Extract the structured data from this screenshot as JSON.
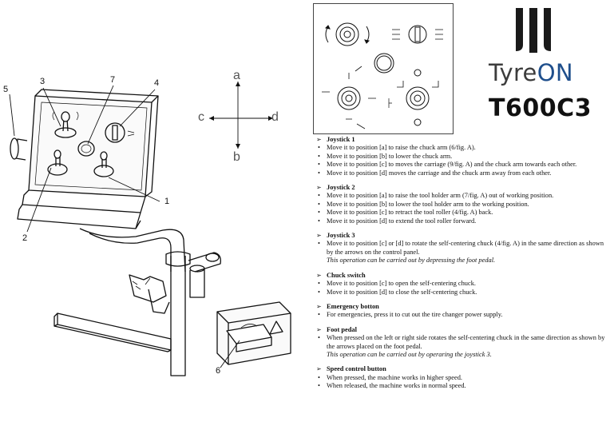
{
  "brand": {
    "name_main": "Tyre",
    "name_accent": "ON",
    "model": "T600C3"
  },
  "callouts": [
    "1",
    "2",
    "3",
    "4",
    "5",
    "6",
    "7"
  ],
  "directions": {
    "a": "a",
    "b": "b",
    "c": "c",
    "d": "d"
  },
  "sections": [
    {
      "title": "Joystick 1",
      "items": [
        "Move it to position [a] to raise the chuck arm (6/fig. A).",
        "Move it to position [b] to lower the chuck arm.",
        "Move it to position [c] to moves the carriage (9/fig. A) and the chuck arm towards each other.",
        "Move it to position [d] moves the carriage and the chuck arm away from each other."
      ],
      "note": ""
    },
    {
      "title": "Joystick 2",
      "items": [
        "Move it to position [a] to raise the tool holder arm (7/fig. A) out of working position.",
        "Move it to position [b] to lower the tool holder arm to the working position.",
        "Move it to position [c] to retract the tool roller (4/fig. A) back.",
        "Move it to position [d] to extend the tool roller forward."
      ],
      "note": ""
    },
    {
      "title": "Joystick 3",
      "items": [
        "Move it to position [c] or [d] to rotate the self-centering chuck (4/fig. A) in the same direction as shown by the arrows on the control panel."
      ],
      "note": "This operation can be carried out by depressing the foot pedal."
    },
    {
      "title": "Chuck switch",
      "items": [
        "Move it to position [c] to open the self-centering chuck.",
        "Move it to position [d] to close the self-centering chuck."
      ],
      "note": ""
    },
    {
      "title": "Emergency botton",
      "items": [
        "For emergencies, press it to cut out the tire changer power supply."
      ],
      "note": ""
    },
    {
      "title": "Foot pedal",
      "items": [
        "When pressed on the left or right side rotates the self-centering chuck in the same direction as shown by the arrows placed on the foot pedal."
      ],
      "note": "This operation can be carried out by operaring the joystick 3."
    },
    {
      "title": "Speed control button",
      "items": [
        "When pressed, the machine works in higher speed.",
        "When released, the machine works in normal speed."
      ],
      "note": ""
    }
  ]
}
